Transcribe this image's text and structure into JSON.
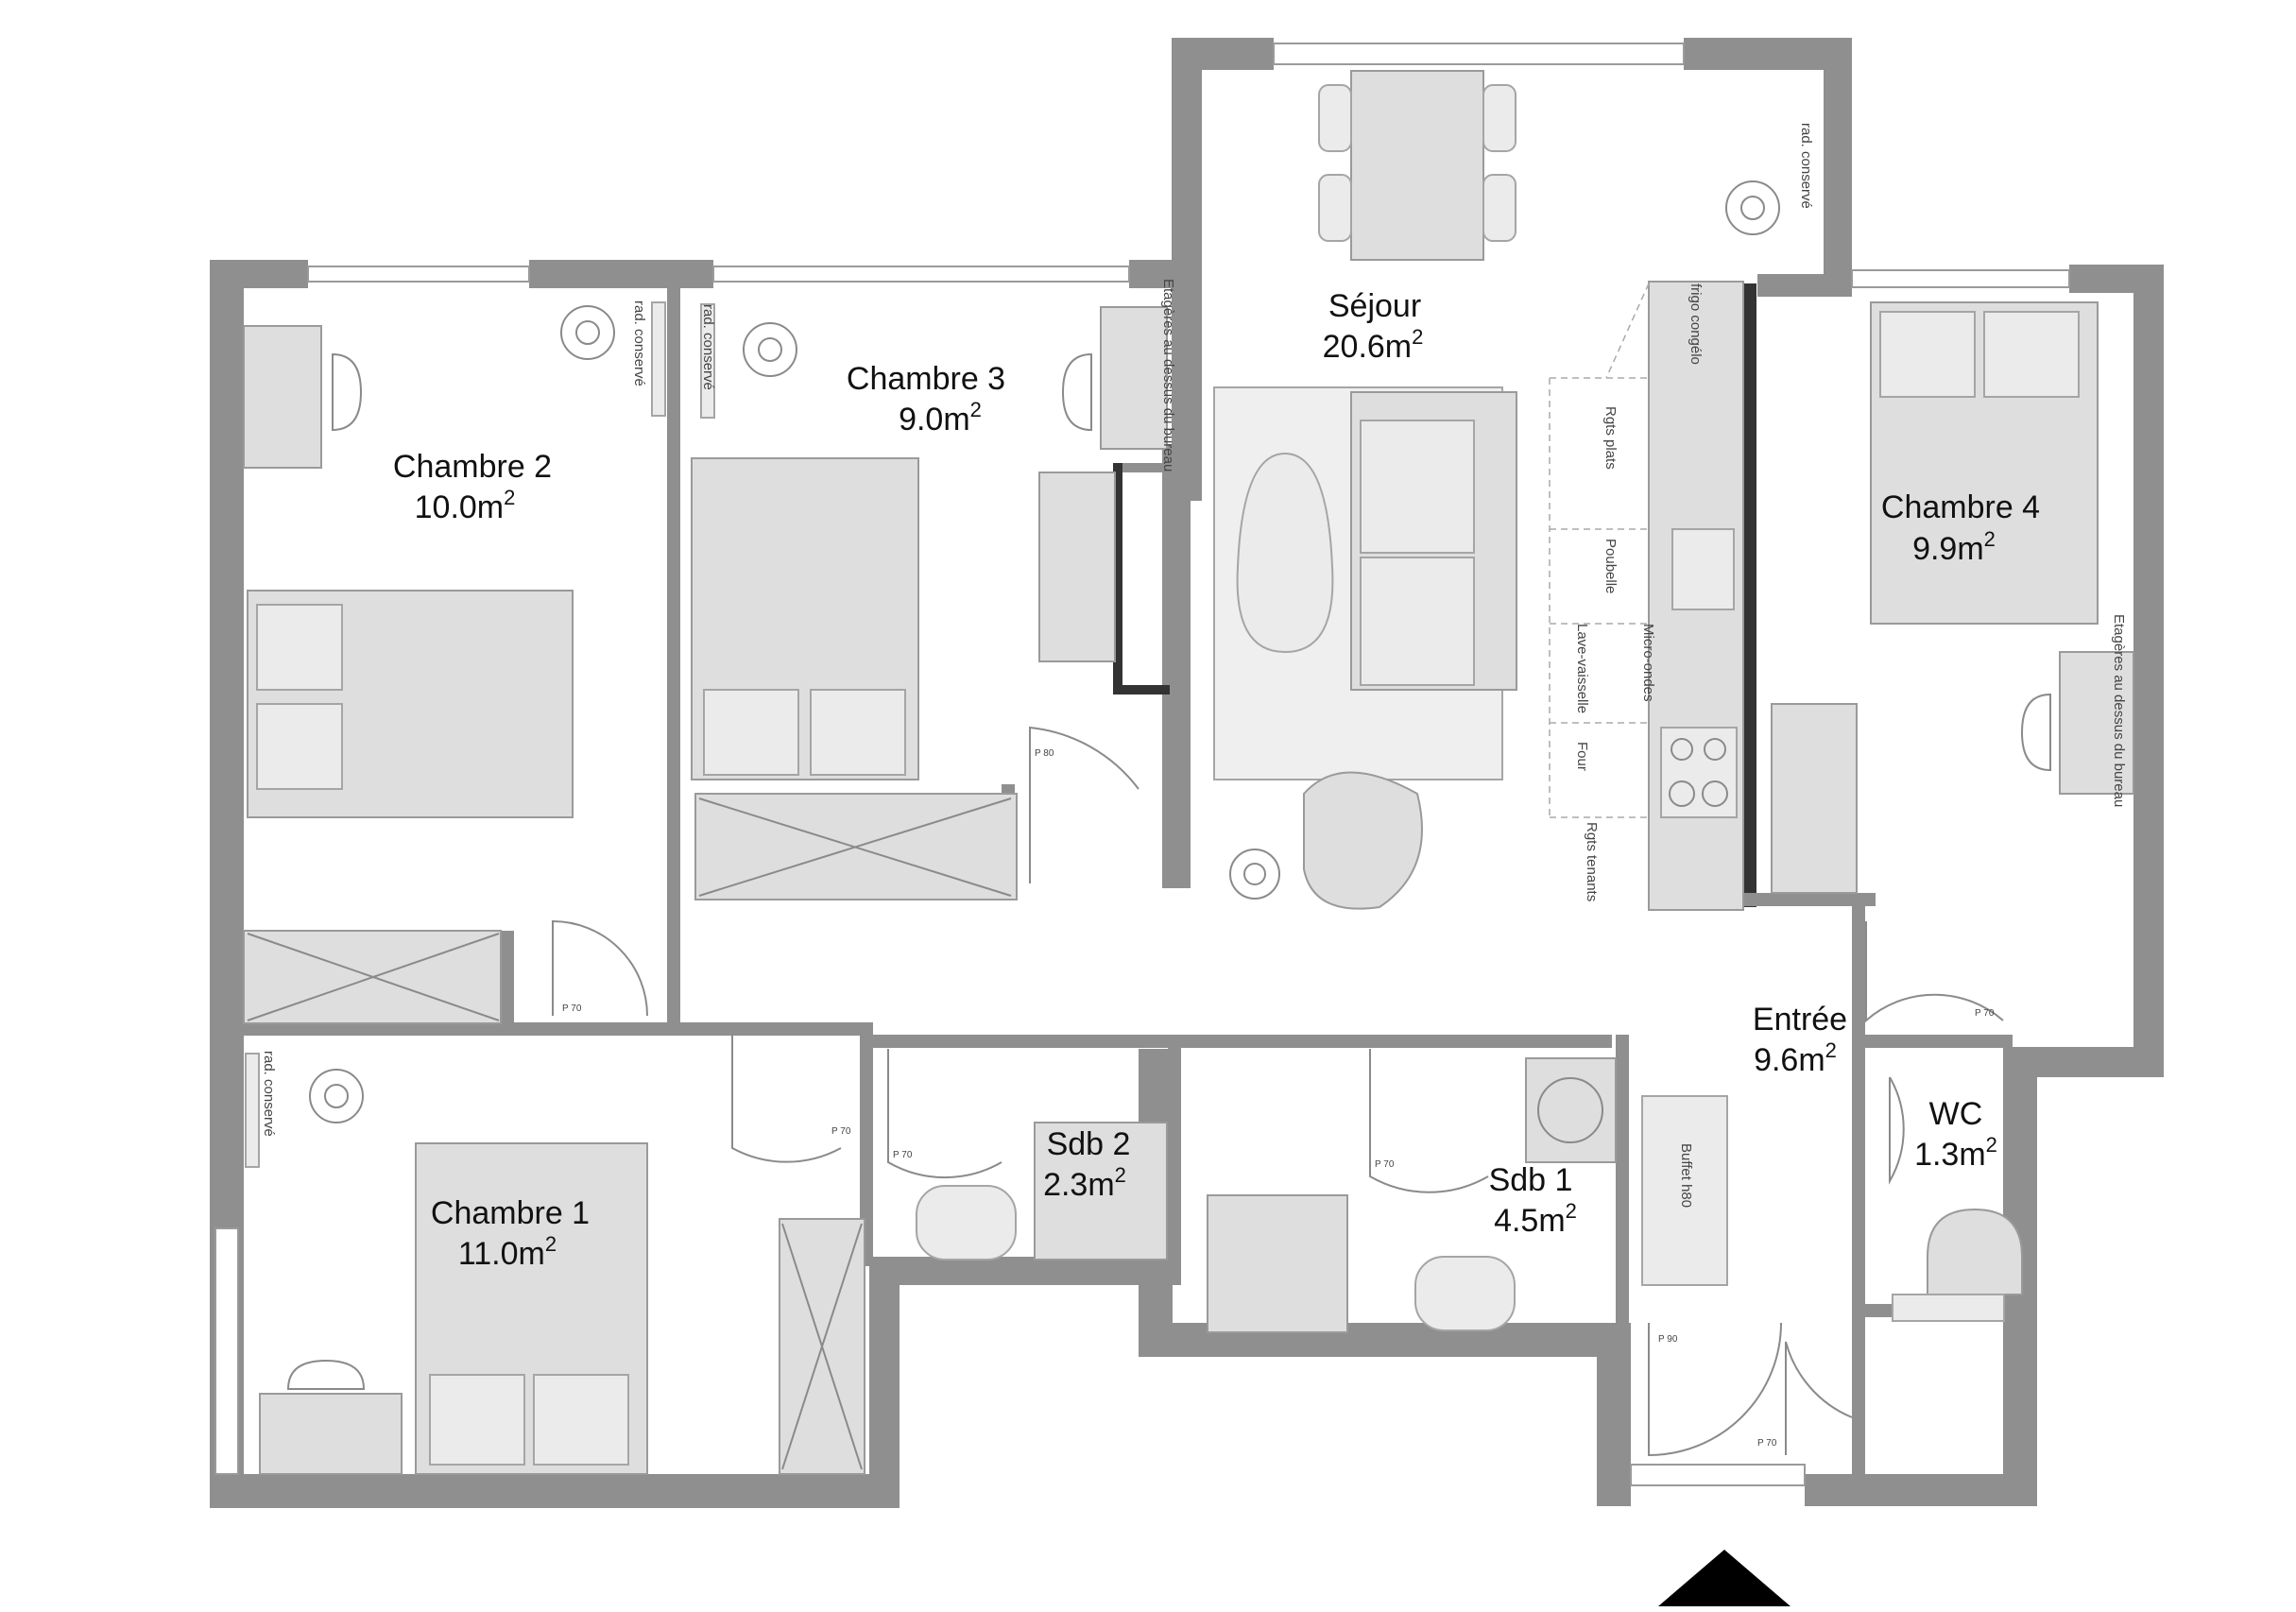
{
  "rooms": {
    "chambre2": {
      "name": "Chambre 2",
      "area": "10.0m",
      "sup": "2"
    },
    "chambre3": {
      "name": "Chambre 3",
      "area": "9.0m",
      "sup": "2"
    },
    "sejour": {
      "name": "Séjour",
      "area": "20.6m",
      "sup": "2"
    },
    "chambre4": {
      "name": "Chambre 4",
      "area": "9.9m",
      "sup": "2"
    },
    "chambre1": {
      "name": "Chambre 1",
      "area": "11.0m",
      "sup": "2"
    },
    "sdb2": {
      "name": "Sdb 2",
      "area": "2.3m",
      "sup": "2"
    },
    "sdb1": {
      "name": "Sdb 1",
      "area": "4.5m",
      "sup": "2"
    },
    "entree": {
      "name": "Entrée",
      "area": "9.6m",
      "sup": "2"
    },
    "wc": {
      "name": "WC",
      "area": "1.3m",
      "sup": "2"
    }
  },
  "labels": {
    "rad_conserve": "rad. conservé",
    "etageres_bureau": "Etagères au dessus du bureau",
    "frigo": "frigo congélo",
    "rgts_plats": "Rgts plats",
    "poubelle": "Poubelle",
    "lave_vaisselle": "Lave-vaisselle",
    "micro_ondes": "Micro-ondes",
    "four": "Four",
    "rgts_tenants": "Rgts tenants",
    "buffet": "Buffet h80"
  },
  "doors": {
    "p70": "P 70",
    "p80": "P 80",
    "p90": "P 90"
  }
}
